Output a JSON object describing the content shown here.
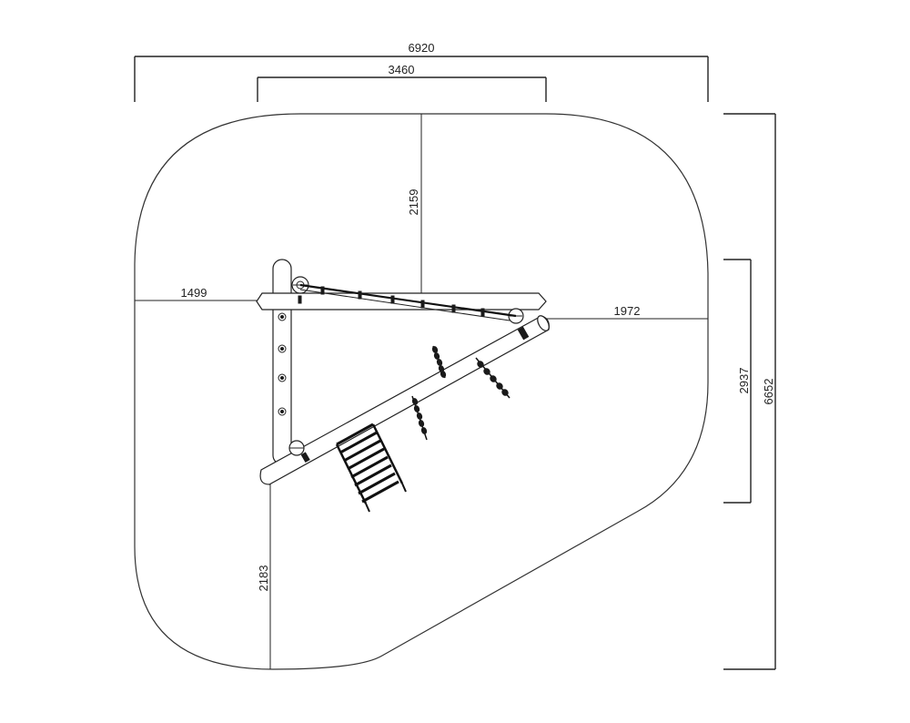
{
  "dimensions": {
    "overall_width": "6920",
    "inner_width": "3460",
    "top_gap": "2159",
    "left_gap": "1499",
    "right_gap": "1972",
    "bottom_gap": "2183",
    "partial_height": "2937",
    "overall_height": "6652"
  }
}
